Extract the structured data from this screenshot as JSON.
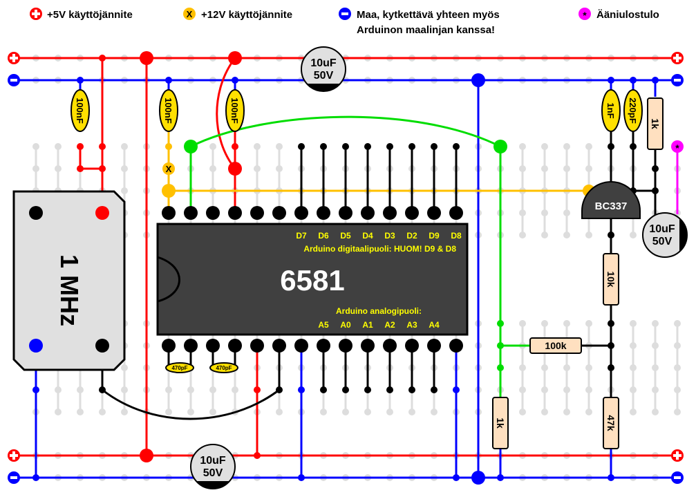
{
  "legend": {
    "plus5v": {
      "symbol": "+",
      "text": "+5V käyttöjännite",
      "color": "#ff0000"
    },
    "plus12v": {
      "symbol": "X",
      "text": "+12V käyttöjännite",
      "color": "#ffc000"
    },
    "ground": {
      "symbol": "-",
      "line1": "Maa, kytkettävä yhteen myös",
      "line2": "Arduinon maalinjan kanssa!",
      "color": "#0000ff"
    },
    "audio": {
      "symbol": "*",
      "text": "Ääniulostulo",
      "color": "#ff00ff"
    }
  },
  "colors": {
    "plus5v": "#ff0000",
    "plus12v": "#ffc000",
    "ground": "#0000ff",
    "signal": "#00dd00",
    "audio": "#ff00ff",
    "chip": "#404040",
    "chip_text": "#ffff00",
    "cap": "#ffe000",
    "resistor": "#ffe0c0",
    "grid": "#dddddd"
  },
  "rails": {
    "plus_symbol": "+",
    "minus_symbol": "-",
    "x_marker": "X",
    "audio_marker": "*"
  },
  "chip": {
    "name": "6581",
    "digital_pins": [
      "D7",
      "D6",
      "D5",
      "D4",
      "D3",
      "D2",
      "D9",
      "D8"
    ],
    "digital_note": "Arduino digitaalipuoli:  HUOM! D9 & D8",
    "analog_note": "Arduino analogipuoli:",
    "analog_pins": [
      "A5",
      "A0",
      "A1",
      "A2",
      "A3",
      "A4"
    ]
  },
  "oscillator": {
    "label": "1 MHz"
  },
  "transistor": {
    "label": "BC337"
  },
  "components": {
    "cap_100nF_1": "100nF",
    "cap_100nF_2": "100nF",
    "cap_100nF_3": "100nF",
    "cap_1nF": "1nF",
    "cap_220pF": "220pF",
    "cap_470pF_1": "470pF",
    "cap_470pF_2": "470pF",
    "res_1k_top": "1k",
    "res_10k": "10k",
    "res_100k": "100k",
    "res_1k_bottom": "1k",
    "res_47k": "47k",
    "elcap_top": {
      "l1": "10uF",
      "l2": "50V"
    },
    "elcap_bottom": {
      "l1": "10uF",
      "l2": "50V"
    },
    "elcap_out": {
      "l1": "10uF",
      "l2": "50V"
    }
  }
}
